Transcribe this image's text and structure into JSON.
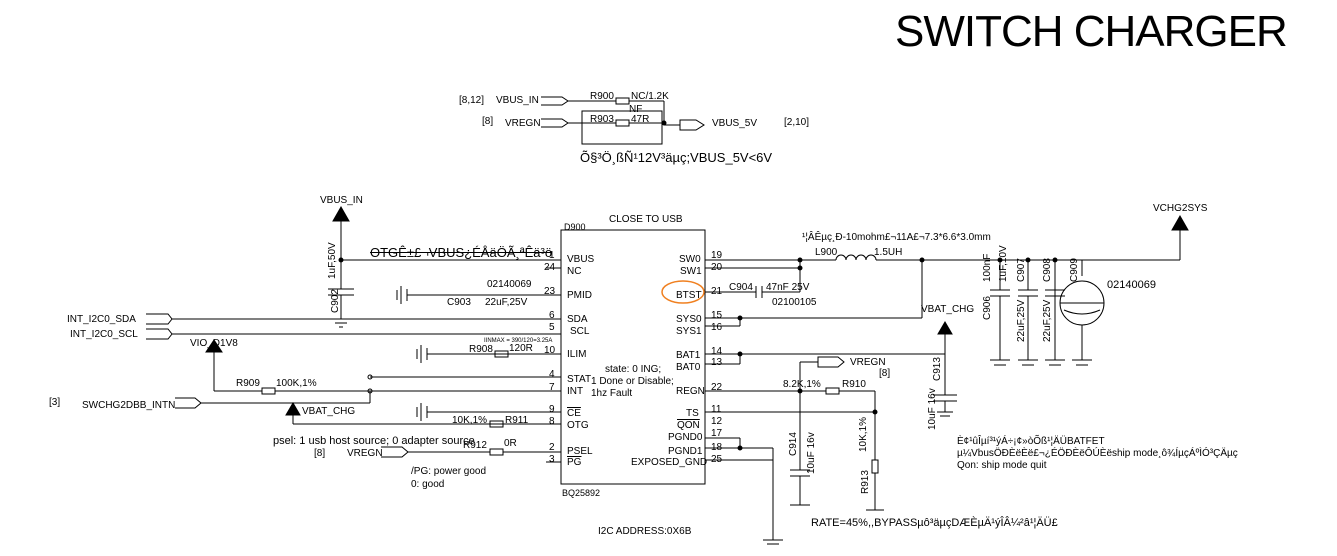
{
  "title": "SWITCH CHARGER",
  "top_section": {
    "ref_8_12": "[8,12]",
    "ref_8": "[8]",
    "ref_2_10": "[2,10]",
    "vbus_in": "VBUS_IN",
    "vregn": "VREGN",
    "vbus_5v": "VBUS_5V",
    "r900": "R900",
    "r900_val": "NC/1.2K",
    "r900_nf": "NF",
    "r903": "R903",
    "r903_val": "47R",
    "note": "Õ§³Ö¸ßÑ¹12V³äµç;VBUS_5V<6V"
  },
  "ic": {
    "refdes": "D900",
    "placement_note": "CLOSE TO USB",
    "part": "BQ25892",
    "i2c_address": "I2C ADDRESS:0X6B",
    "left_pins": [
      {
        "name": "VBUS",
        "num": "1"
      },
      {
        "name": "NC",
        "num": "24"
      },
      {
        "name": "PMID",
        "num": "23"
      },
      {
        "name": "SDA",
        "num": "6"
      },
      {
        "name": "SCL",
        "num": "5"
      },
      {
        "name": "ILIM",
        "num": "10"
      },
      {
        "name": "STAT",
        "num": "4"
      },
      {
        "name": "INT",
        "num": "7"
      },
      {
        "name": "CE",
        "num": "9"
      },
      {
        "name": "OTG",
        "num": "8"
      },
      {
        "name": "PSEL",
        "num": "2"
      },
      {
        "name": "PG",
        "num": "3"
      }
    ],
    "right_pins": [
      {
        "name": "SW0",
        "num": "19"
      },
      {
        "name": "SW1",
        "num": "20"
      },
      {
        "name": "BTST",
        "num": "21"
      },
      {
        "name": "SYS0",
        "num": "15"
      },
      {
        "name": "SYS1",
        "num": "16"
      },
      {
        "name": "BAT1",
        "num": "14"
      },
      {
        "name": "BAT0",
        "num": "13"
      },
      {
        "name": "REGN",
        "num": "22"
      },
      {
        "name": "TS",
        "num": "11"
      },
      {
        "name": "QON",
        "num": "12"
      },
      {
        "name": "PGND0",
        "num": "17"
      },
      {
        "name": "PGND1",
        "num": "18"
      },
      {
        "name": "EXPOSED_GND",
        "num": "25"
      }
    ],
    "stat_note_1": "state: 0 ING;",
    "stat_note_2": "1 Done or Disable;",
    "stat_note_3": "1hz Fault"
  },
  "left_section": {
    "vbus_in": "VBUS_IN",
    "c902": "C902",
    "c902_val": "1uF,50V",
    "otg_note": "OTGÊ±£¬VBUS¿ÉÅäÖÃ¸ªÊä³ö",
    "pmid_pn": "02140069",
    "c903": "C903",
    "c903_val": "22uF,25V",
    "sda_net": "INT_I2C0_SDA",
    "scl_net": "INT_I2C0_SCL",
    "iinmax": "IINMAX = 390/120=3.25A",
    "r908": "R908",
    "r908_val": "120R",
    "vio": "VIO_D1V8",
    "r909": "R909",
    "r909_val": "100K,1%",
    "ref_3": "[3]",
    "swchg_net": "SWCHG2DBB_INTN",
    "vbat_chg": "VBAT_CHG",
    "r911_val": "10K,1%",
    "r911": "R911",
    "psel_note": "psel: 1 usb host source; 0 adapter source",
    "ref_8": "[8]",
    "vregn": "VREGN",
    "r912": "R912",
    "r912_val": "0R",
    "pg_note_1": "/PG: power good",
    "pg_note_2": "0: good"
  },
  "right_section": {
    "vchg2sys": "VCHG2SYS",
    "inductor_note": "¹¦ÂÊµç¸Ð-10mohm£¬11A£¬7.3*6.6*3.0mm",
    "l900": "L900",
    "l900_val": "1.5UH",
    "c904": "C904",
    "c904_val": "47nF 25V",
    "c904_pn": "02100105",
    "vbat_chg": "VBAT_CHG",
    "c905_val": "100nF",
    "c906": "C906",
    "c907_val": "1uF,10V",
    "c907": "C907",
    "c908": "C908",
    "c908_val": "22uF,25V",
    "c905_val2": "22uF,25V",
    "c909": "C909",
    "c909_pn": "02140069",
    "c913": "C913",
    "c913_val": "10uF 16v",
    "vregn": "VREGN",
    "ref_8": "[8]",
    "r910_val": "8.2K,1%",
    "r910": "R910",
    "c914": "C914",
    "c914_val": "10uF 16v",
    "r913_val": "10K,1%",
    "r913": "R913",
    "batfet_note_1": "È¢¹ûÎµí³¹ýÁ÷¡¢»òÕß¹¦ÄÜBATFET",
    "batfet_note_2": "µ¼VbusÖÐÈëÈë£¬¿ÉÖÐÈëÔÚÈëship mode¸ô¾ÍµçÁºÌÓ³ÇÄµç",
    "qon_note": "Qon: ship mode quit",
    "rate_note": "RATE=45%,,BYPASSµô³äµçDÆÈµÄ¹ýÎÂ¼²â¹¦ÄÜ£"
  }
}
